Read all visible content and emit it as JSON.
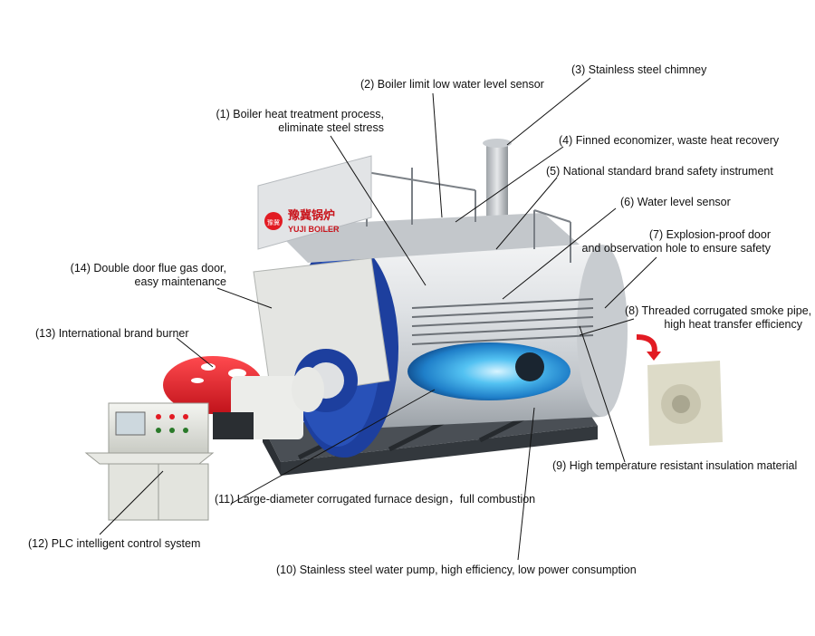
{
  "brand": {
    "name_cn": "豫冀锅炉",
    "name_en": "YUJI BOILER",
    "seal_text": "豫冀"
  },
  "colors": {
    "shell": "#d9dcdf",
    "blue_door": "#1d3f9e",
    "burner_red": "#e21b23",
    "flame_blue": "#2aa7e8",
    "frame": "#3a3f45",
    "callout_line": "#111111"
  },
  "callouts": [
    {
      "id": 1,
      "lines": [
        "(1) Boiler heat treatment process,",
        "eliminate steel stress"
      ]
    },
    {
      "id": 2,
      "lines": [
        "(2) Boiler limit low water level sensor"
      ]
    },
    {
      "id": 3,
      "lines": [
        "(3) Stainless steel chimney"
      ]
    },
    {
      "id": 4,
      "lines": [
        "(4) Finned economizer, waste heat recovery"
      ]
    },
    {
      "id": 5,
      "lines": [
        "(5) National standard brand safety instrument"
      ]
    },
    {
      "id": 6,
      "lines": [
        "(6) Water level sensor"
      ]
    },
    {
      "id": 7,
      "lines": [
        "(7) Explosion-proof door",
        "and observation hole to ensure safety"
      ]
    },
    {
      "id": 8,
      "lines": [
        "(8) Threaded corrugated smoke pipe,",
        "high heat transfer efficiency"
      ]
    },
    {
      "id": 9,
      "lines": [
        "(9) High temperature resistant insulation material"
      ]
    },
    {
      "id": 10,
      "lines": [
        "(10) Stainless steel water pump, high efficiency, low power consumption"
      ]
    },
    {
      "id": 11,
      "lines": [
        "(11) Large-diameter corrugated furnace design，full combustion"
      ]
    },
    {
      "id": 12,
      "lines": [
        "(12) PLC intelligent control system"
      ]
    },
    {
      "id": 13,
      "lines": [
        "(13) International brand burner"
      ]
    },
    {
      "id": 14,
      "lines": [
        "(14) Double door flue gas door,",
        "easy maintenance"
      ]
    }
  ]
}
